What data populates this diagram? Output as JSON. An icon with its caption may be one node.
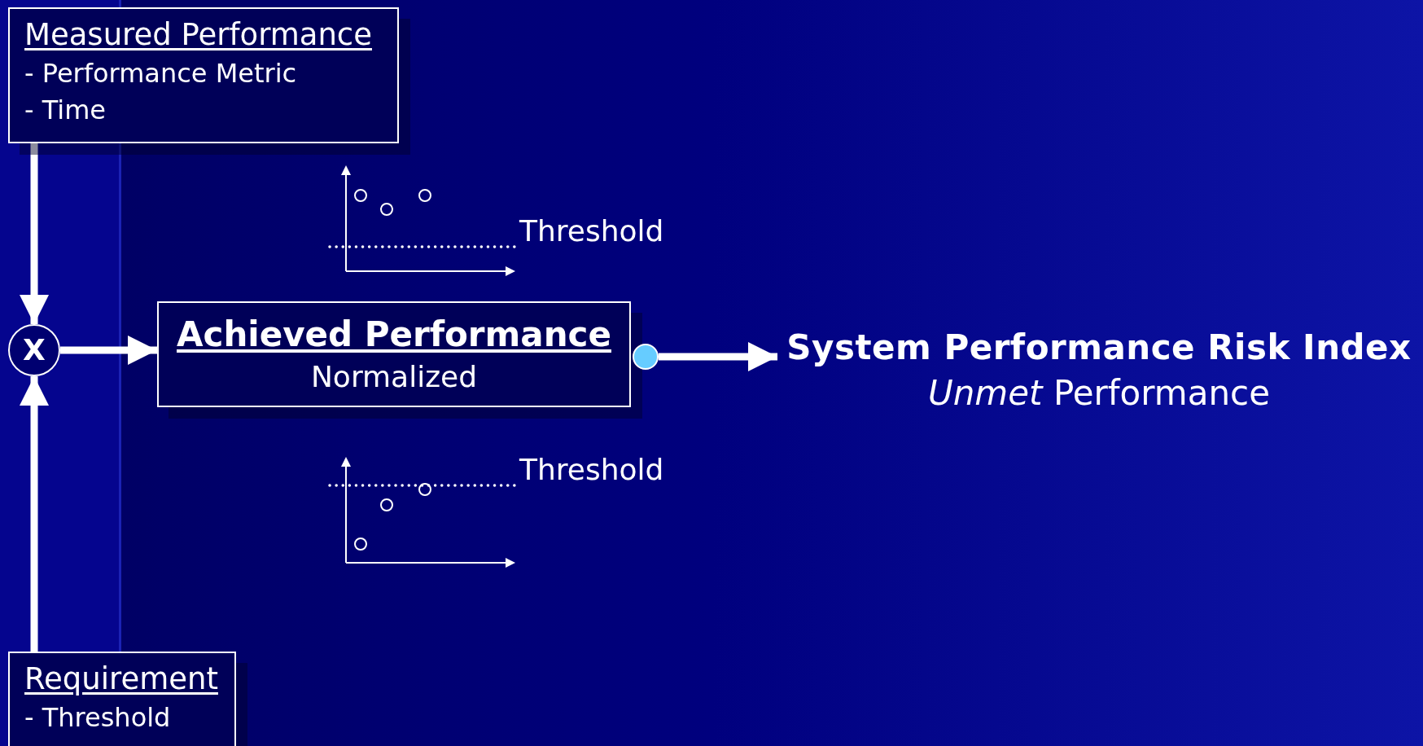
{
  "diagram": {
    "nodes": [
      {
        "text": [
          "Measured Performance",
          "- Performance Metric",
          "- Time"
        ]
      },
      {
        "text": [
          "X"
        ]
      },
      {
        "text": [
          "Achieved Performance",
          "Normalized"
        ]
      },
      {
        "text": [],
        "shape": "circle"
      },
      {
        "text": [
          "System Performance Risk Index",
          "*Unmet* Performance"
        ]
      },
      {
        "text": [
          "Requirement",
          "- Threshold"
        ]
      }
    ],
    "edges": [
      {
        "from": 0,
        "to": 1,
        "arrow": "to"
      },
      {
        "from": 5,
        "to": 1,
        "arrow": "to"
      },
      {
        "from": 1,
        "to": 2,
        "arrow": "to"
      },
      {
        "from": 3,
        "to": 4,
        "arrow": "to"
      }
    ],
    "labels": [
      "Threshold",
      "Threshold"
    ]
  }
}
